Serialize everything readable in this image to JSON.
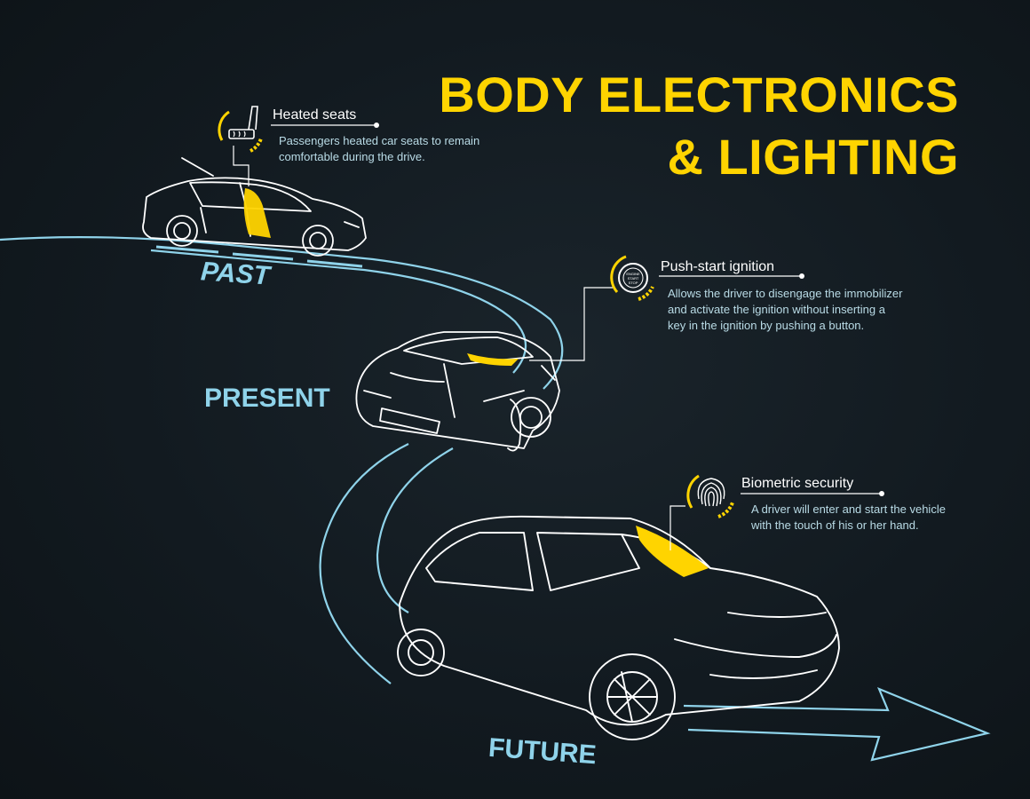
{
  "title": {
    "line1": "BODY ELECTRONICS",
    "line2": "& LIGHTING"
  },
  "eras": {
    "past": "PAST",
    "present": "PRESENT",
    "future": "FUTURE"
  },
  "features": [
    {
      "name": "Heated seats",
      "description_line1": "Passengers heated car seats to remain",
      "description_line2": "comfortable during the drive.",
      "icon": "heated-seat-icon"
    },
    {
      "name": "Push-start ignition",
      "description_line1": "Allows the driver to disengage the immobilizer",
      "description_line2": "and activate the ignition without inserting a",
      "description_line3": "key in the ignition by pushing a button.",
      "icon": "push-start-button-icon",
      "button_text_1": "ENGINE",
      "button_text_2": "START",
      "button_text_3": "STOP"
    },
    {
      "name": "Biometric security",
      "description_line1": "A driver will enter and start the vehicle",
      "description_line2": "with the touch of his or her hand.",
      "icon": "fingerprint-icon"
    }
  ],
  "colors": {
    "accent": "#ffd400",
    "road": "#8fd3ea",
    "background": "#121a20",
    "line": "#ffffff"
  }
}
